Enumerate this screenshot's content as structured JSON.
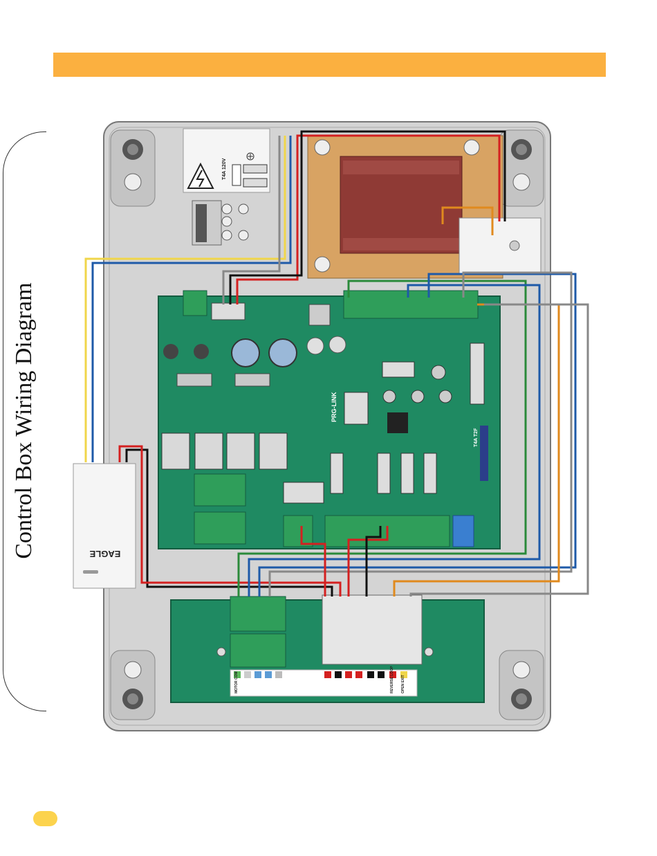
{
  "page": {
    "side_title": "Control Box Wiring Diagram"
  },
  "colors": {
    "header_bar": "#fbb040",
    "page_tab": "#fcd34d",
    "enclosure": "#d4d4d4",
    "pcb": "#1f8a62",
    "transformer": "#8f3a35",
    "transformer_plate": "#d8a363",
    "wire_red": "#d42020",
    "wire_black": "#111111",
    "wire_blue": "#1e5aa8",
    "wire_green": "#2a8a3a",
    "wire_orange": "#e08a1e",
    "wire_yellow": "#f0d64a",
    "wire_gray": "#888888"
  },
  "labels": {
    "fuse_label": "T4A 120V",
    "prg_link": "PRG-LINK",
    "brand": "EAGLE",
    "fuse2_label": "T4A T2F",
    "motor_com": "MOTOR COM",
    "reverse_loop": "REVERSE LOOP",
    "open_exit": "OPEN EXIT"
  },
  "icons": {
    "high_voltage": "lightning-bolt-warning-icon",
    "ground": "ground-symbol-icon",
    "screw": "screw-head-icon"
  }
}
